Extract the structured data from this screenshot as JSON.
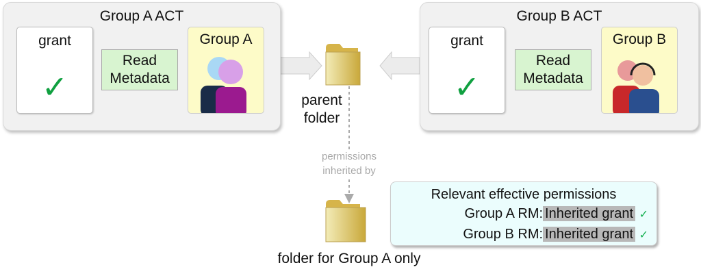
{
  "group_a_act": {
    "title": "Group A ACT",
    "grant_label": "grant",
    "permission": "Read\nMetadata",
    "group_label": "Group A"
  },
  "group_b_act": {
    "title": "Group B ACT",
    "grant_label": "grant",
    "permission": "Read\nMetadata",
    "group_label": "Group B"
  },
  "parent_folder": {
    "label": "parent\nfolder"
  },
  "inheritance": {
    "label": "permissions\ninherited by"
  },
  "child_folder": {
    "label": "folder for Group A only"
  },
  "effective": {
    "title": "Relevant effective permissions",
    "rows": [
      {
        "name": "Group A RM:",
        "value": "Inherited grant"
      },
      {
        "name": "Group B RM:",
        "value": "Inherited grant"
      }
    ]
  },
  "colors": {
    "check": "#10a040",
    "permission_bg": "#d8f4d0",
    "group_bg": "#fdfbc8",
    "effective_bg": "#ebfdfd"
  }
}
